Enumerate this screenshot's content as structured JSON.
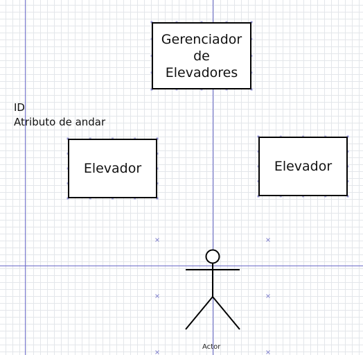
{
  "diagram": {
    "manager_box": {
      "label": "Gerenciador\nde\nElevadores"
    },
    "elevator_left": {
      "label": "Elevador"
    },
    "elevator_right": {
      "label": "Elevador"
    },
    "note": {
      "line1": "ID",
      "line2": "Atributo de andar"
    },
    "actor": {
      "label": "Actor"
    }
  },
  "colors": {
    "grid": "#e3e6ea",
    "guide": "#6a6ac8",
    "handle": "#8a8ad0",
    "stroke": "#000000"
  }
}
